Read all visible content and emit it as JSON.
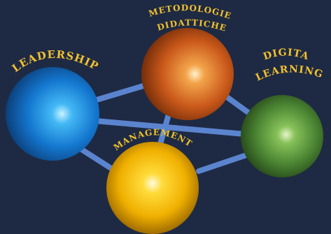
{
  "colors": {
    "background": "#1e2a43",
    "label": "#f2c12e",
    "connector": "#5b84cf"
  },
  "nodes": {
    "leadership": {
      "label": "LEADERSHIP",
      "color": "#1a7fd6"
    },
    "metodologie": {
      "line1": "METODOLOGIE",
      "line2": "DIDATTICHE",
      "color": "#d4611a"
    },
    "digital": {
      "line1": "DIGITAL",
      "line2": "LEARNING",
      "color": "#4e8a35"
    },
    "management": {
      "label": "MANAGEMENT",
      "color": "#f0b400"
    }
  }
}
